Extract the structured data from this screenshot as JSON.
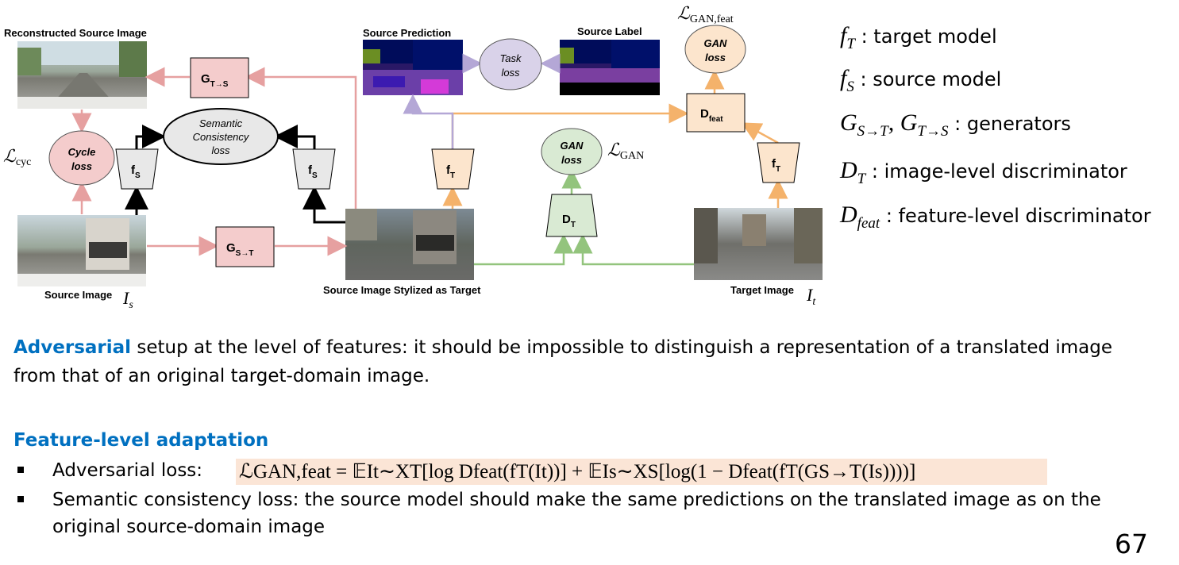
{
  "diagram": {
    "labels": {
      "reconstructed": "Reconstructed Source Image",
      "source_prediction": "Source Prediction",
      "source_label": "Source Label",
      "source_image": "Source Image",
      "stylized": "Source Image Stylized as Target",
      "target_image": "Target Image"
    },
    "nodes": {
      "g_ts": "G",
      "g_ts_sub": "T→S",
      "g_st": "G",
      "g_st_sub": "S→T",
      "f_s": "f",
      "f_s_sub": "S",
      "f_t": "f",
      "f_t_sub": "T",
      "d_t": "D",
      "d_t_sub": "T",
      "d_feat": "D",
      "d_feat_sub": "feat",
      "semantic_l1": "Semantic",
      "semantic_l2": "Consistency",
      "semantic_l3": "loss",
      "task_l1": "Task",
      "task_l2": "loss",
      "cycle_l1": "Cycle",
      "cycle_l2": "loss",
      "gan_l1": "GAN",
      "gan_l2": "loss"
    },
    "math": {
      "l_cyc": "ℒ",
      "l_cyc_sub": "cyc",
      "l_gan": "ℒ",
      "l_gan_sub": "GAN",
      "l_gan_feat": "ℒ",
      "l_gan_feat_sub": "GAN,feat",
      "i_s": "I",
      "i_s_sub": "s",
      "i_t": "I",
      "i_t_sub": "t"
    }
  },
  "legend": [
    {
      "sym": "f",
      "sub": "T",
      "text": ": target model"
    },
    {
      "sym": "f",
      "sub": "S",
      "text": ": source model"
    },
    {
      "sym": "G",
      "sub": "S→T",
      "sym2": "G",
      "sub2": "T→S",
      "text": ": generators"
    },
    {
      "sym": "D",
      "sub": "T",
      "text": ": image-level discriminator"
    },
    {
      "sym": "D",
      "sub": "feat",
      "text": ": feature-level discriminator"
    }
  ],
  "text": {
    "para_strong": "Adversarial",
    "para_rest": " setup at the level of features: it should be impossible to distinguish a representation of a translated image from that of an original target-domain image.",
    "heading": "Feature-level adaptation",
    "bullet1": "Adversarial loss:",
    "formula": "ℒGAN,feat = 𝔼It∼XT[log Dfeat(fT(It))] + 𝔼Is∼XS[log(1 − Dfeat(fT(GS→T(Is))))]",
    "bullet2": "Semantic consistency loss: the source model should make the same predictions on the translated image as on the original source-domain image",
    "page_number": "67"
  },
  "colors": {
    "pink": "#f4cccc",
    "pink_arrow": "#e6a0a0",
    "orange": "#fce5cd",
    "orange_arrow": "#f4b26b",
    "green": "#d9ead3",
    "green_arrow": "#93c47d",
    "purple": "#d9d2e9",
    "purple_arrow": "#b4a7d6",
    "grey": "#e8e8e8",
    "blue": "#0070c0",
    "formula_bg": "#fbe5d6"
  }
}
